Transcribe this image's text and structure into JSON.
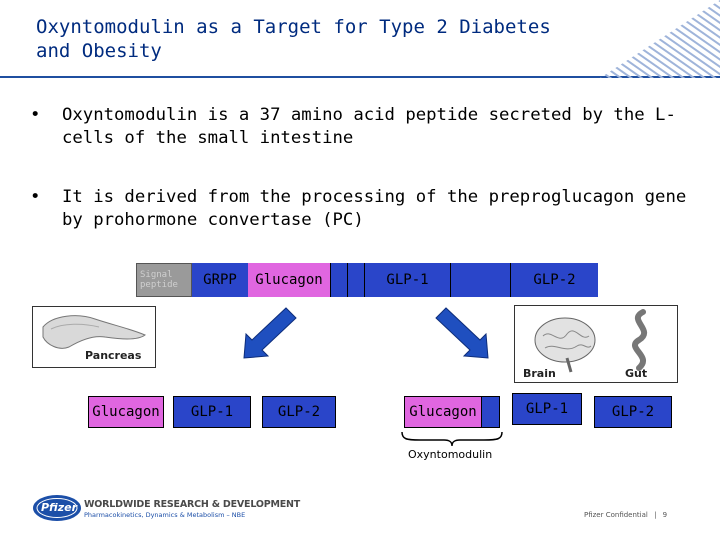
{
  "title": "Oxyntomodulin as a Target for Type 2 Diabetes and Obesity",
  "bullets": [
    "Oxyntomodulin is a 37 amino acid peptide secreted by the L-cells of the small intestine",
    "It is derived from the processing of the preproglucagon gene by prohormone convertase (PC)"
  ],
  "bullet_marker": "•",
  "preproglucagon": {
    "signal_peptide": "Signal peptide",
    "grpp": "GRPP",
    "glucagon": "Glucagon",
    "glp1": "GLP-1",
    "glp2": "GLP-2"
  },
  "pancreas": {
    "label": "Pancreas",
    "products": [
      "Glucagon",
      "GLP-1",
      "GLP-2"
    ]
  },
  "brain_gut": {
    "brain_label": "Brain",
    "gut_label": "Gut",
    "products": [
      "Glucagon",
      "GLP-1",
      "GLP-2"
    ]
  },
  "oxyntomodulin_label": "Oxyntomodulin",
  "footer": {
    "logo": "Pfizer",
    "org_line1": "WORLDWIDE RESEARCH & DEVELOPMENT",
    "org_line2": "Pharmacokinetics, Dynamics & Metabolism – NBE",
    "confidential": "Pfizer Confidential",
    "separator": "|",
    "page": "9"
  },
  "colors": {
    "title": "#002b7f",
    "bar_blue": "#2a45c9",
    "bar_magenta": "#e066e0",
    "signal_gray": "#9a9a9a",
    "arrow": "#1f4fbf"
  }
}
